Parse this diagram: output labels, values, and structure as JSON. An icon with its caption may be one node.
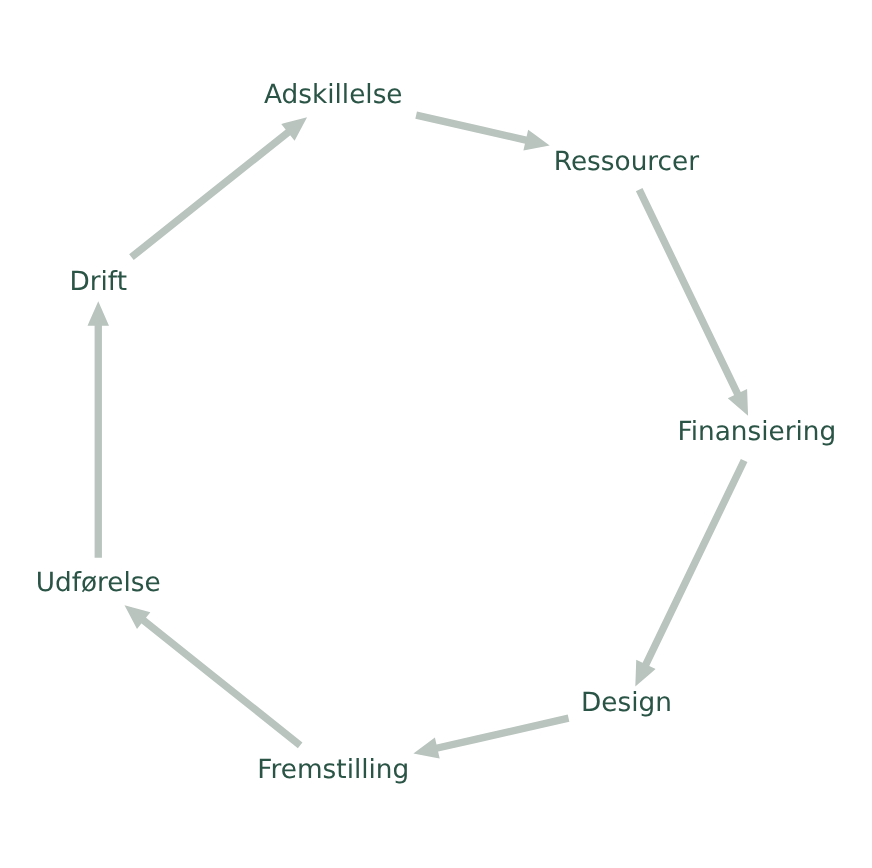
{
  "diagram": {
    "nodes": [
      {
        "text": [
          "Design"
        ]
      },
      {
        "text": [
          "Fremstilling"
        ]
      },
      {
        "text": [
          "Udførelse"
        ]
      },
      {
        "text": [
          "Drift"
        ]
      },
      {
        "text": [
          "Adskillelse"
        ]
      },
      {
        "text": [
          "Ressourcer"
        ]
      },
      {
        "text": [
          "Finansiering"
        ]
      }
    ],
    "edges": [
      {
        "from": 0,
        "to": 1,
        "arrow": "to"
      },
      {
        "from": 1,
        "to": 2,
        "arrow": "to"
      },
      {
        "from": 2,
        "to": 3,
        "arrow": "to"
      },
      {
        "from": 3,
        "to": 4,
        "arrow": "to"
      },
      {
        "from": 4,
        "to": 5,
        "arrow": "to"
      },
      {
        "from": 5,
        "to": 6,
        "arrow": "to"
      },
      {
        "from": 6,
        "to": 0,
        "arrow": "to"
      }
    ]
  }
}
